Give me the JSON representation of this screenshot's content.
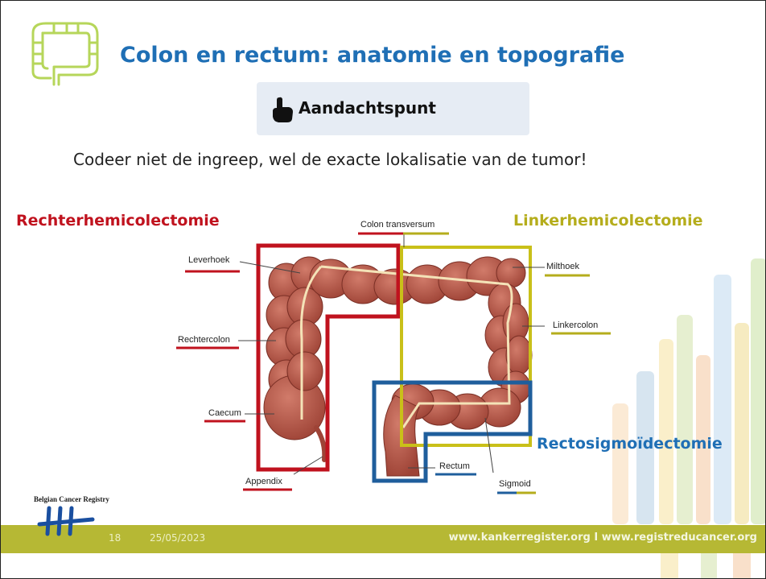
{
  "header": {
    "title": "Colon en rectum: anatomie en topografie",
    "callout": "Aandachtspunt",
    "callout_icon": "pointing-hand-icon",
    "instruction": "Codeer niet de ingreep, wel de exacte lokalisatie van de tumor!"
  },
  "procedures": {
    "right": "Rechterhemicolectomie",
    "left": "Linkerhemicolectomie",
    "rectosigmoid": "Rectosigmoïdectomie"
  },
  "anatomy_labels": {
    "colon_transversum": "Colon transversum",
    "leverhoek": "Leverhoek",
    "milthoek": "Milthoek",
    "rechtercolon": "Rechtercolon",
    "linkercolon": "Linkercolon",
    "caecum": "Caecum",
    "appendix": "Appendix",
    "rectum": "Rectum",
    "sigmoid": "Sigmoid"
  },
  "footer": {
    "logo_text": "Belgian Cancer Registry",
    "page_number": "18",
    "date": "25/05/2023",
    "websites": "www.kankerregister.org  I  www.registreducancer.org"
  },
  "colors": {
    "title_blue": "#1f6fb5",
    "right_red": "#c0121e",
    "left_yellow": "#b5ad1c",
    "rectosigmoid_blue": "#1f5e9c",
    "footer_green": "#b6b834",
    "colon_tissue": "#b5574a"
  }
}
